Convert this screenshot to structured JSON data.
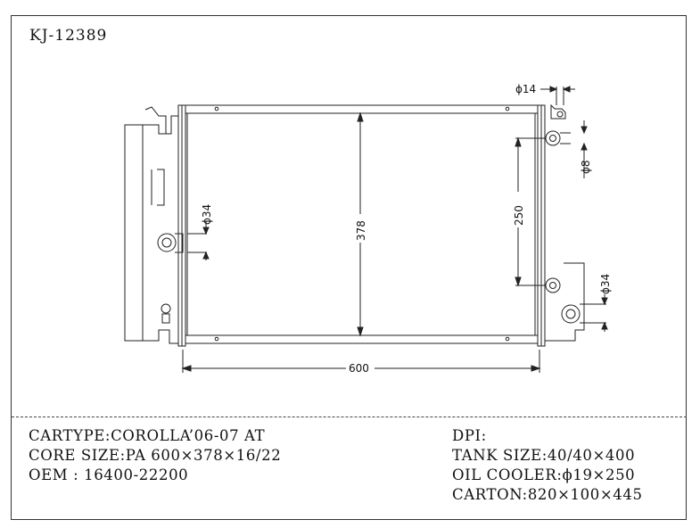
{
  "title": "KJ-12389",
  "specs_left": [
    "CARTYPE:COROLLA’06-07 AT",
    "CORE SIZE:PA 600×378×16/22",
    "OEM : 16400-22200"
  ],
  "specs_right": [
    "DPI:",
    "TANK SIZE:40/40×400",
    "OIL COOLER:ϕ19×250",
    "CARTON:820×100×445"
  ],
  "dimensions": {
    "width": "600",
    "height": "378",
    "oil_cooler_spacing": "250",
    "inlet_dia": "ϕ34",
    "outlet_dia": "ϕ34",
    "filler_dia": "ϕ14",
    "fitting_dia": "ϕ8"
  }
}
